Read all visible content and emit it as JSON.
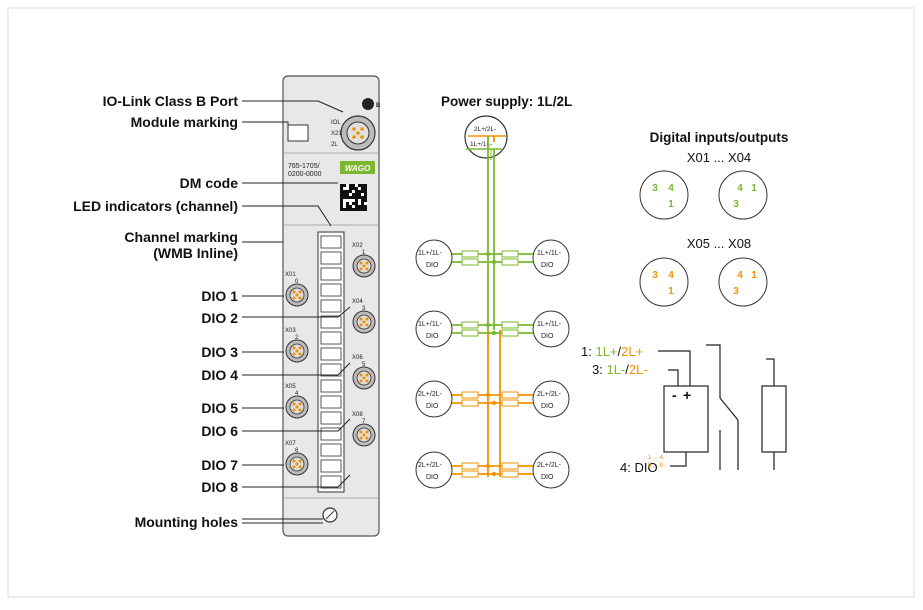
{
  "device": {
    "labels_left": [
      "IO-Link Class B Port",
      "Module marking",
      "DM code",
      "LED indicators (channel)",
      "Channel marking",
      "(WMB Inline)",
      "DIO 1",
      "DIO 2",
      "DIO 3",
      "DIO 4",
      "DIO 5",
      "DIO 6",
      "DIO 7",
      "DIO 8",
      "Mounting holes"
    ],
    "part_number_line1": "765-1705/",
    "part_number_line2": "0200-0000",
    "brand": "WAGO",
    "port_marks": [
      "IOL",
      "X21",
      "2L"
    ],
    "port_badge": "B",
    "connector_labels": [
      {
        "name": "X01",
        "num": "0"
      },
      {
        "name": "X02",
        "num": "1"
      },
      {
        "name": "X03",
        "num": "2"
      },
      {
        "name": "X04",
        "num": "3"
      },
      {
        "name": "X05",
        "num": "4"
      },
      {
        "name": "X06",
        "num": "5"
      },
      {
        "name": "X07",
        "num": "6"
      },
      {
        "name": "X08",
        "num": "7"
      }
    ]
  },
  "power": {
    "title": "Power supply: 1L/2L",
    "top_conn_upper": "2L+/2L-",
    "top_conn_lower": "1L+/1L-",
    "row_labels": [
      {
        "l1": "1L+/1L-",
        "l2": "DIO"
      },
      {
        "l1": "1L+/1L-",
        "l2": "DIO"
      },
      {
        "l1": "2L+/2L-",
        "l2": "DIO"
      },
      {
        "l1": "2L+/2L-",
        "l2": "DIO"
      }
    ]
  },
  "digital": {
    "title": "Digital inputs/outputs",
    "group1": "X01 ... X04",
    "group2": "X05 ... X08",
    "pins_a": [
      "3",
      "4",
      "1"
    ],
    "pins_b": [
      "4",
      "1",
      "3"
    ]
  },
  "wiring": {
    "line1_prefix": "1: ",
    "line1_a": "1L+",
    "line1_sep": "/",
    "line1_b": "2L+",
    "line3_prefix": "3: ",
    "line3_a": "1L-",
    "line3_sep": "/",
    "line3_b": "2L-",
    "line4": "4: DIO",
    "small_a": "1 ... 4,",
    "small_b": "5 ... 8",
    "minus": "-",
    "plus": "+"
  },
  "colors": {
    "green": "#7ab82e",
    "orange": "#f39200",
    "device_gray": "#e6e6e6",
    "frame_border": "#dddddd"
  }
}
